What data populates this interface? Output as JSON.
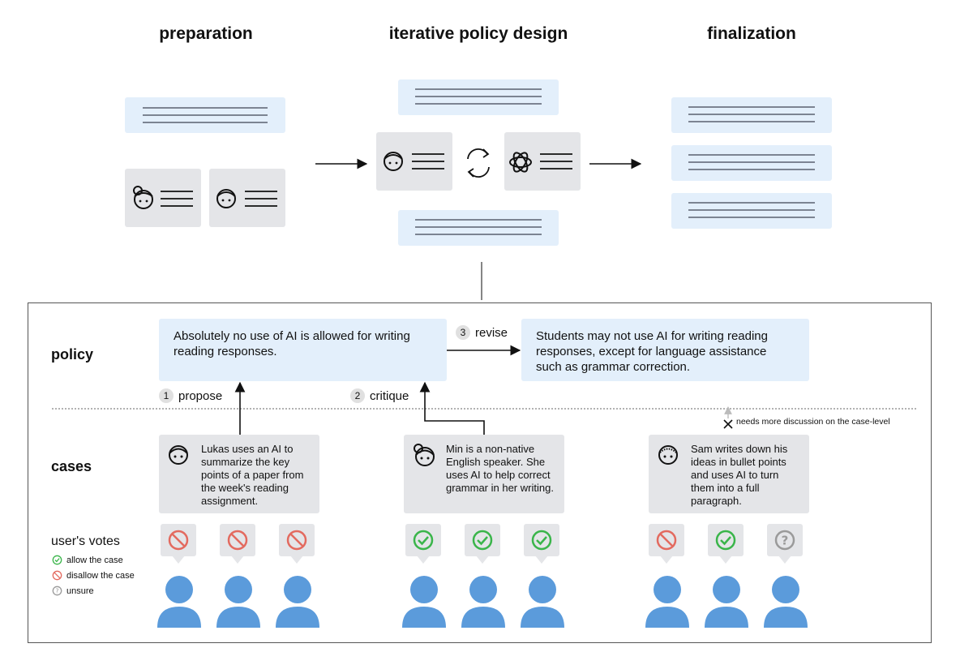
{
  "stages": {
    "preparation": "preparation",
    "iterative": "iterative policy design",
    "finalization": "finalization"
  },
  "rows": {
    "policy": "policy",
    "cases": "cases"
  },
  "policies": {
    "original": "Absolutely no use of AI is allowed for writing reading responses.",
    "revised": "Students may not use AI for writing reading responses, except for language assistance such as grammar correction."
  },
  "steps": [
    {
      "num": "1",
      "label": "propose"
    },
    {
      "num": "2",
      "label": "critique"
    },
    {
      "num": "3",
      "label": "revise"
    }
  ],
  "cases": [
    {
      "text": "Lukas uses an AI to summarize the key points of a paper from the week's reading assignment.",
      "votes": [
        "disallow",
        "disallow",
        "disallow"
      ]
    },
    {
      "text": "Min is a non-native English speaker. She uses AI to help correct grammar in her writing.",
      "votes": [
        "allow",
        "allow",
        "allow"
      ]
    },
    {
      "text": "Sam writes down his ideas in bullet points and uses AI to turn them into a full paragraph.",
      "votes": [
        "disallow",
        "allow",
        "unsure"
      ]
    }
  ],
  "note": "needs more discussion on the case-level",
  "votes_legend": {
    "title": "user's votes",
    "allow": "allow the case",
    "disallow": "disallow the case",
    "unsure": "unsure"
  },
  "colors": {
    "doc_blue": "#e3effb",
    "card_gray": "#e4e5e8",
    "user_blue": "#5b9bdb",
    "allow_green": "#3ab54a",
    "disallow_red": "#e36a5f",
    "unsure_gray": "#9a9a9a"
  }
}
